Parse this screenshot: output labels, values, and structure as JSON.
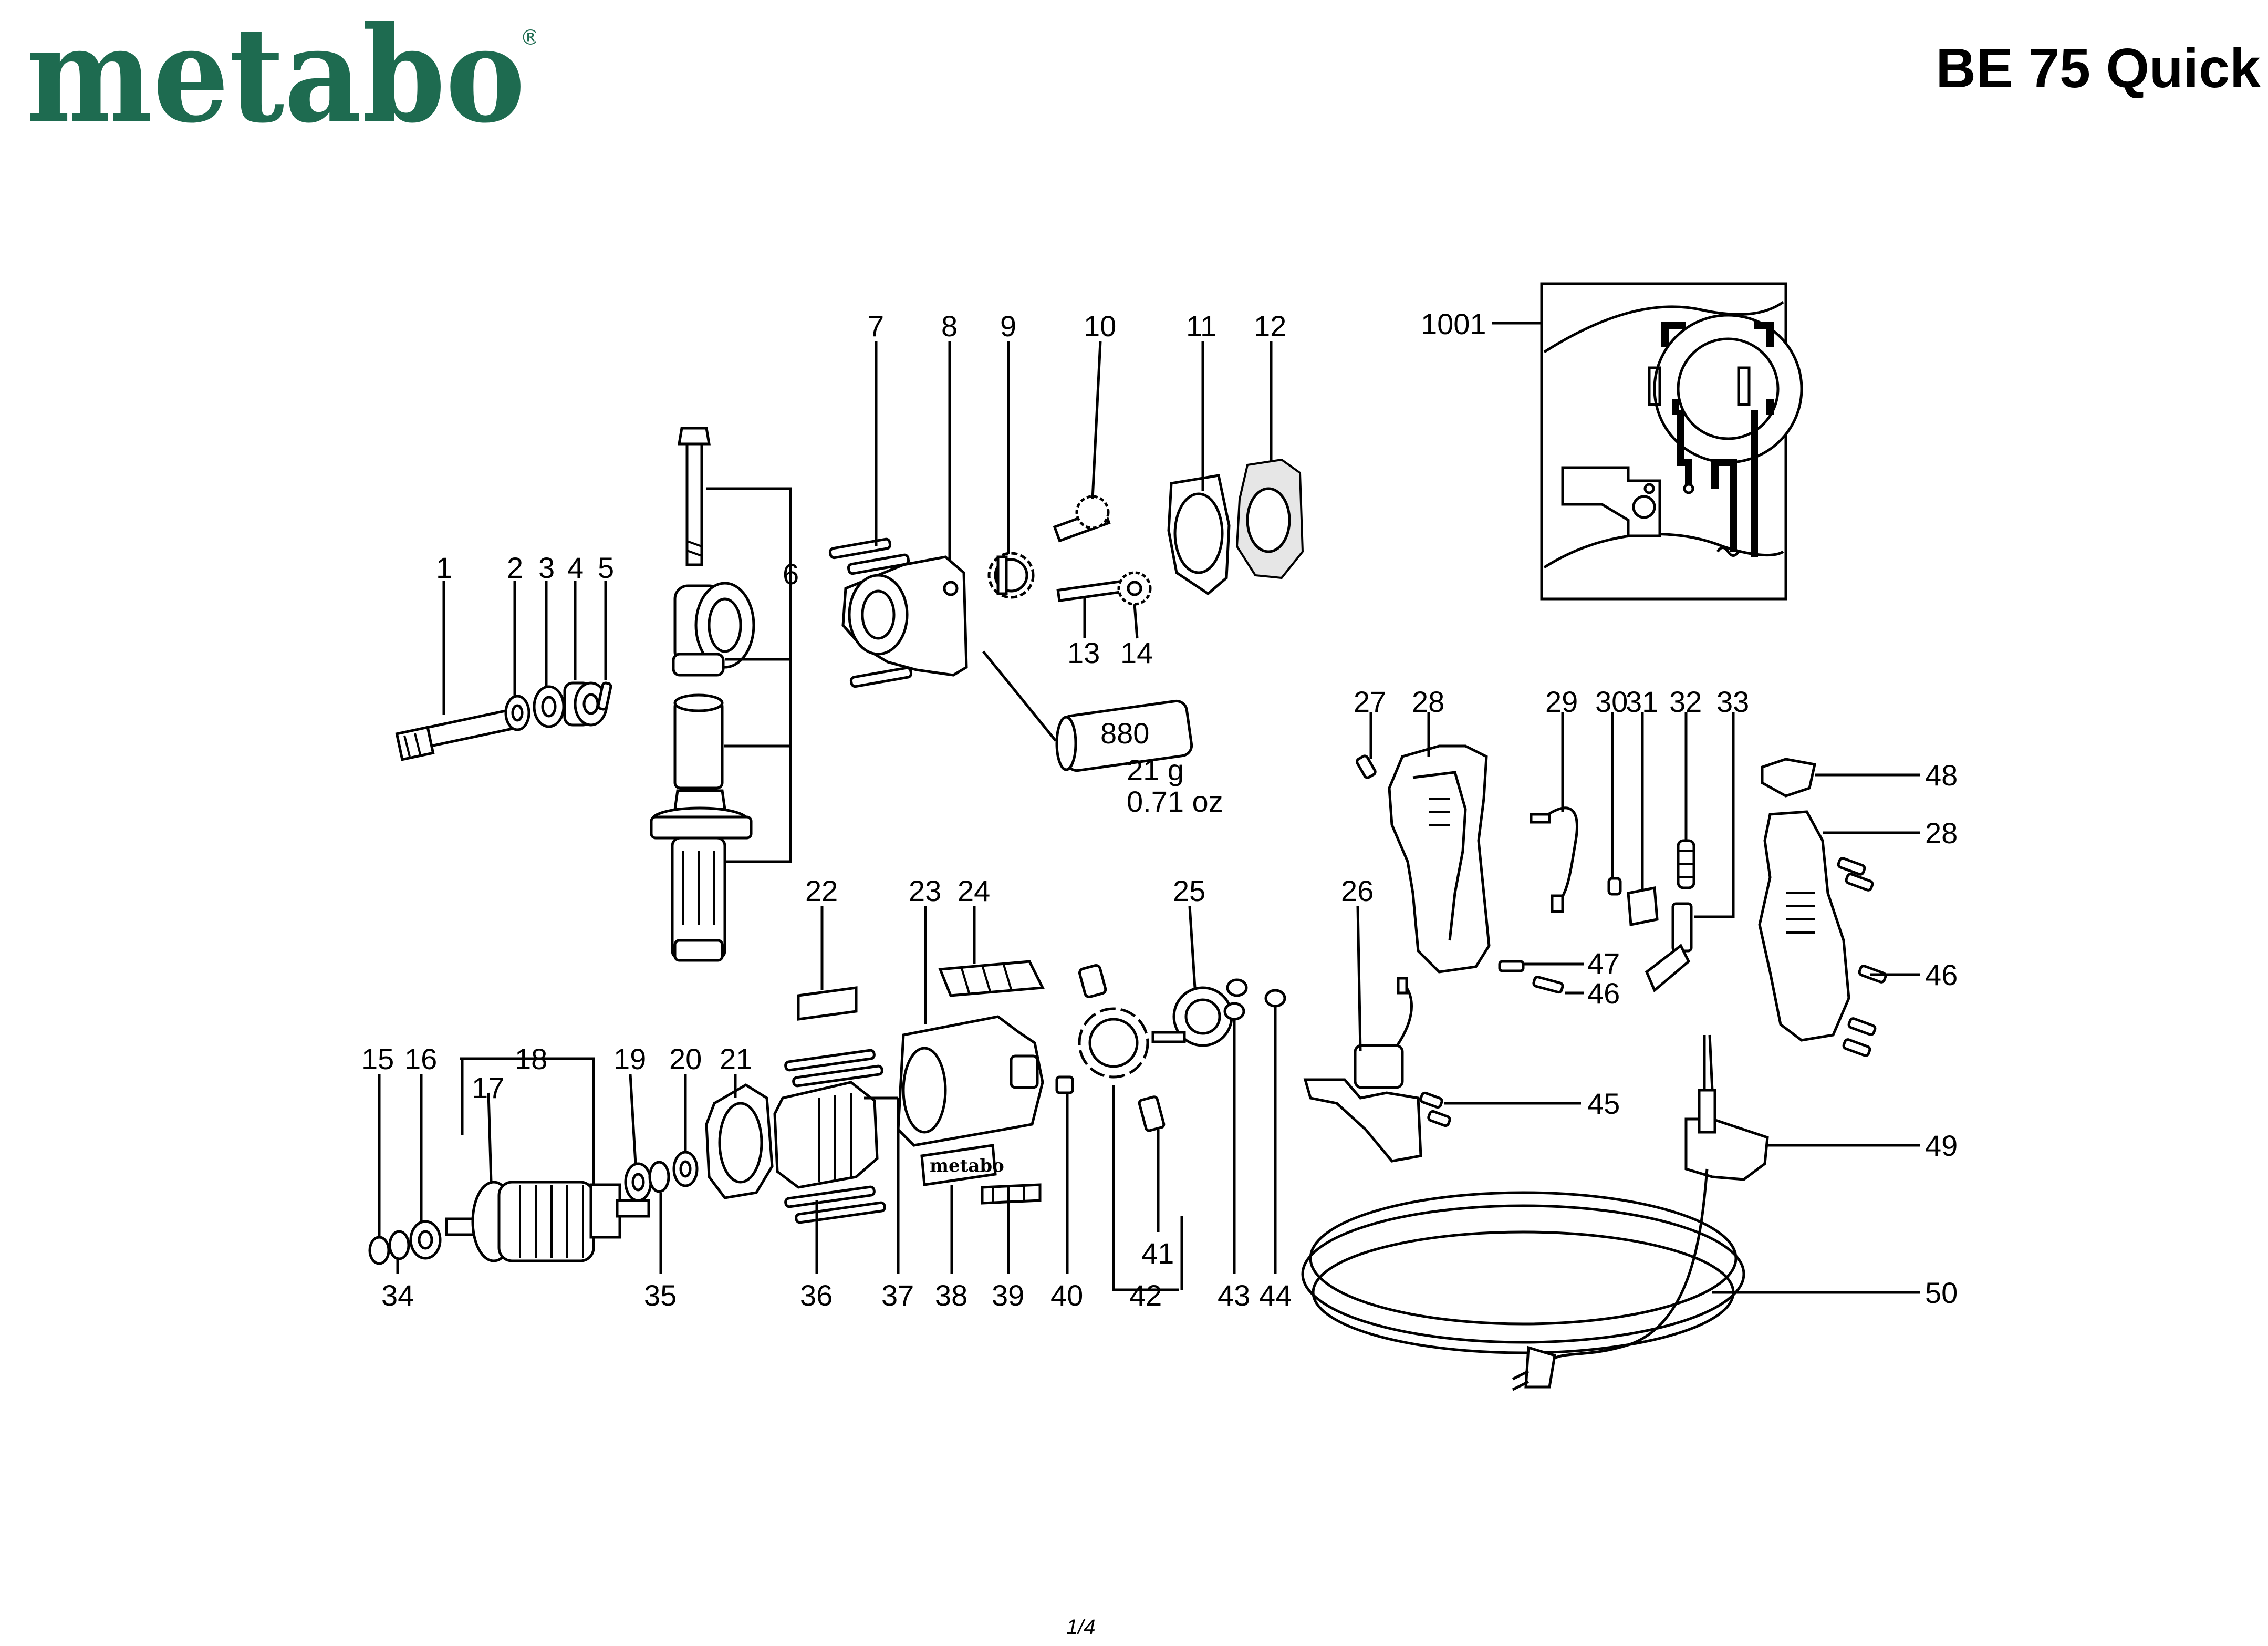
{
  "header": {
    "brand": "metabo",
    "model": "BE 75 Quick",
    "brand_color": "#1e6b50"
  },
  "footer": {
    "page": "1/4"
  },
  "grease": {
    "code": "880",
    "weight_g": "21 g",
    "weight_oz": "0.71 oz"
  },
  "labels": {
    "l1": "1",
    "l2": "2",
    "l3": "3",
    "l4": "4",
    "l5": "5",
    "l6": "6",
    "l7": "7",
    "l8": "8",
    "l9": "9",
    "l10": "10",
    "l11": "11",
    "l12": "12",
    "l13": "13",
    "l14": "14",
    "l15": "15",
    "l16": "16",
    "l17": "17",
    "l18": "18",
    "l19": "19",
    "l20": "20",
    "l21": "21",
    "l22": "22",
    "l23": "23",
    "l24": "24",
    "l25": "25",
    "l26": "26",
    "l27": "27",
    "l28a": "28",
    "l28b": "28",
    "l29": "29",
    "l30": "30",
    "l31": "31",
    "l32": "32",
    "l33": "33",
    "l34": "34",
    "l35": "35",
    "l36": "36",
    "l37": "37",
    "l38": "38",
    "l39": "39",
    "l40": "40",
    "l41": "41",
    "l42": "42",
    "l43": "43",
    "l44": "44",
    "l45": "45",
    "l46a": "46",
    "l46b": "46",
    "l47": "47",
    "l48": "48",
    "l49": "49",
    "l50": "50",
    "l1001": "1001"
  }
}
